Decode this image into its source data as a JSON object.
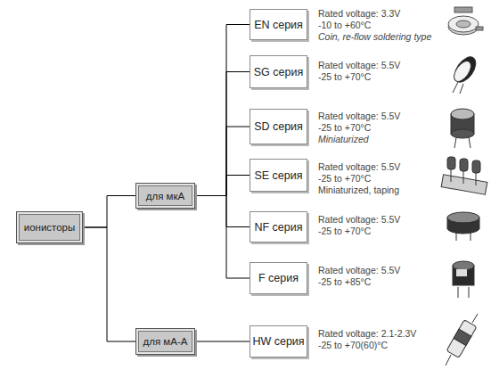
{
  "diagram": {
    "nodes": [
      {
        "text": [
          "ионисторы"
        ]
      },
      {
        "text": [
          "для мкА"
        ]
      },
      {
        "text": [
          "EN серия"
        ]
      },
      {
        "text": [
          "SG серия"
        ]
      },
      {
        "text": [
          "SD серия"
        ]
      },
      {
        "text": [
          "SE серия"
        ]
      },
      {
        "text": [
          "NF серия"
        ]
      },
      {
        "text": [
          "F серия"
        ]
      },
      {
        "text": [
          "для мА-А"
        ]
      },
      {
        "text": [
          "HW серия"
        ]
      }
    ],
    "edges": [
      {
        "from": 0,
        "to": 1,
        "arrow": "none"
      },
      {
        "from": 0,
        "to": 8,
        "arrow": "none"
      },
      {
        "from": 1,
        "to": 2,
        "arrow": "none"
      },
      {
        "from": 1,
        "to": 3,
        "arrow": "none"
      },
      {
        "from": 1,
        "to": 4,
        "arrow": "none"
      },
      {
        "from": 1,
        "to": 5,
        "arrow": "none"
      },
      {
        "from": 1,
        "to": 6,
        "arrow": "none"
      },
      {
        "from": 1,
        "to": 7,
        "arrow": "none"
      },
      {
        "from": 8,
        "to": 9,
        "arrow": "none"
      }
    ],
    "labels": [
      "Rated voltage: 3.3V",
      "-10 to +60°C",
      "Coin, re-flow soldering type",
      "Rated voltage: 5.5V",
      "-25 to +70°C",
      "Rated voltage: 5.5V",
      "-25 to +70°C",
      "Miniaturized",
      "Rated voltage: 5.5V",
      "-25 to +70°C",
      "Miniaturized, taping",
      "Rated voltage: 5.5V",
      "-25 to +70°C",
      "Rated voltage: 5.5V",
      "-25 to +85°C",
      "Rated voltage: 2.1-2.3V",
      "-25 to +70(60)°C"
    ]
  }
}
